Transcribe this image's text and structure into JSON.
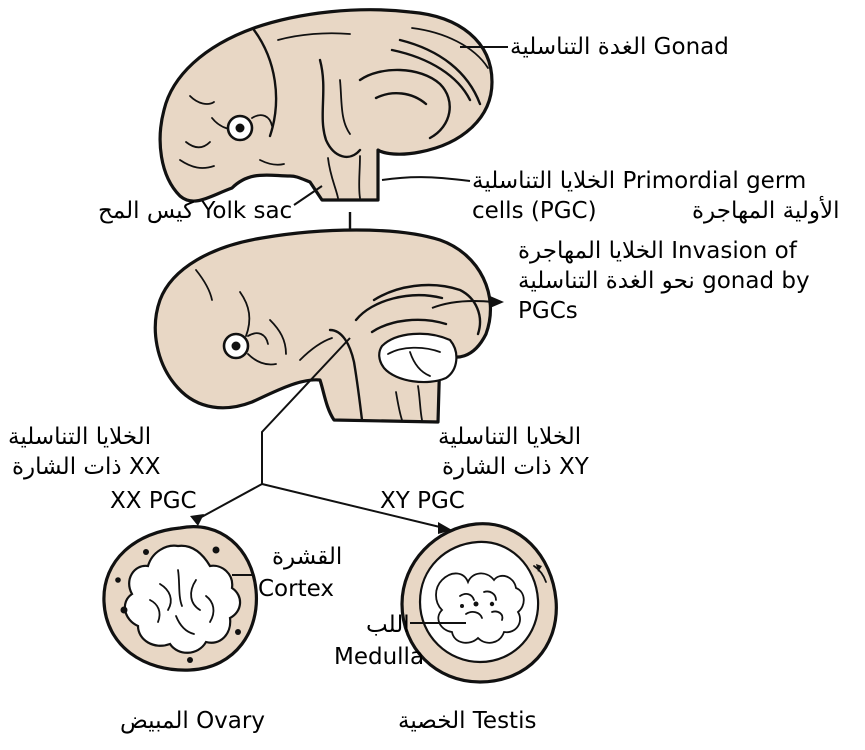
{
  "labels": {
    "gonad": "الغدة التناسلية Gonad",
    "pgc_line1": "الخلايا التناسلية Primordial germ",
    "pgc_line2_en": "cells (PGC)",
    "pgc_line2_ar": "الأولية المهاجرة",
    "yolk_sac": "كيس المح Yolk sac",
    "invasion_line1": "الخلايا المهاجرة Invasion of",
    "invasion_line2": "نحو الغدة التناسلية gonad by",
    "invasion_line3": "PGCs",
    "xx_line1": "الخلايا التناسلية",
    "xx_line2": "ذات الشارة XX",
    "xx_line3": "XX PGC",
    "xy_line1": "الخلايا التناسلية",
    "xy_line2": "ذات الشارة XY",
    "xy_line3": "XY PGC",
    "cortex_ar": "القشرة",
    "cortex_en": "Cortex",
    "medulla_ar": "اللب",
    "medulla_en": "Medulla",
    "ovary": "المبيض Ovary",
    "testis": "الخصية Testis"
  },
  "colors": {
    "tissue": "#e8d7c5",
    "outline": "#111111",
    "background": "#ffffff"
  }
}
